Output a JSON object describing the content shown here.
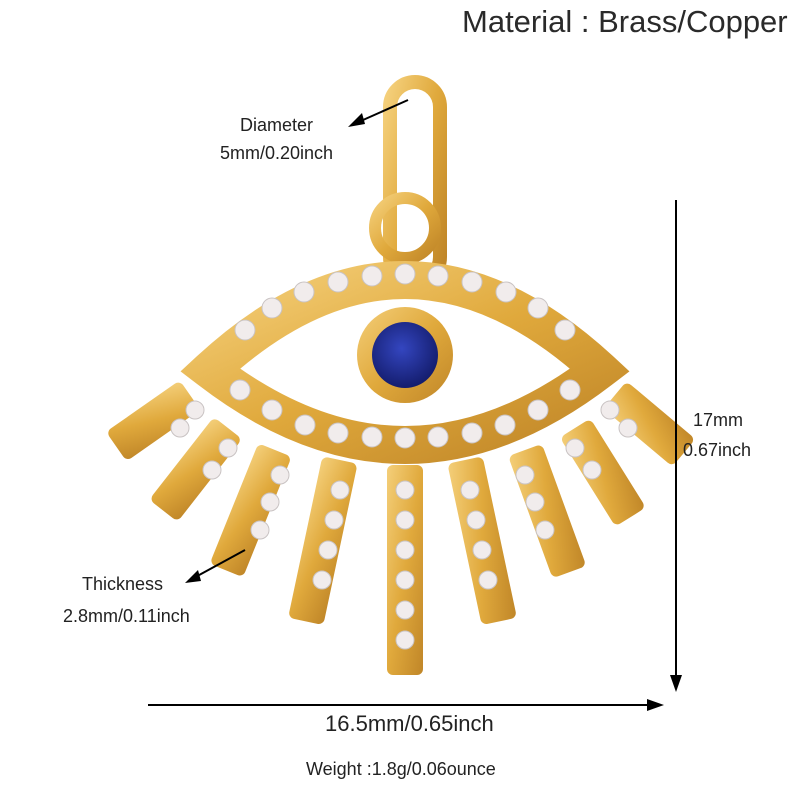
{
  "product": {
    "material_label": "Material : Brass/Copper",
    "image_alt": "Gold evil eye pendant with pave cubic zirconia lashes and blue center stone",
    "colors": {
      "gold": "#e0a93c",
      "gold_dark": "#b9822a",
      "stone_blue": "#1c2a8c",
      "crystal": "#f1ecec",
      "text": "#222222"
    }
  },
  "annotations": {
    "diameter": {
      "label": "Diameter",
      "value": "5mm/0.20inch"
    },
    "thickness": {
      "label": "Thickness",
      "value": "2.8mm/0.11inch"
    },
    "height": {
      "mm": "17mm",
      "inch": "0.67inch"
    },
    "width": {
      "value": "16.5mm/0.65inch"
    },
    "weight": {
      "value": "Weight :1.8g/0.06ounce"
    }
  }
}
